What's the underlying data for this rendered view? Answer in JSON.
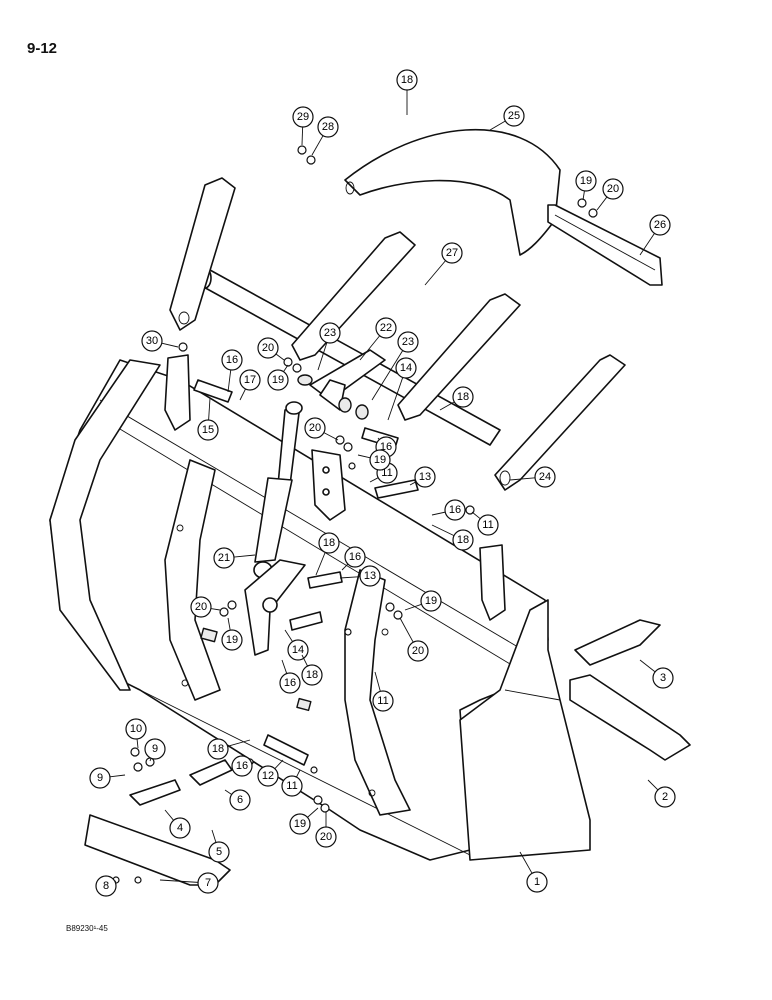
{
  "page_number": "9-12",
  "figure_code": "B89230¹-45",
  "callouts": [
    "1",
    "2",
    "3",
    "4",
    "5",
    "6",
    "7",
    "8",
    "9",
    "9",
    "10",
    "11",
    "11",
    "11",
    "11",
    "12",
    "13",
    "13",
    "14",
    "14",
    "15",
    "16",
    "16",
    "16",
    "16",
    "16",
    "16",
    "17",
    "18",
    "18",
    "18",
    "18",
    "18",
    "18",
    "19",
    "19",
    "19",
    "19",
    "19",
    "19",
    "20",
    "20",
    "20",
    "20",
    "20",
    "20",
    "21",
    "22",
    "23",
    "23",
    "24",
    "25",
    "26",
    "27",
    "28",
    "29",
    "30"
  ]
}
